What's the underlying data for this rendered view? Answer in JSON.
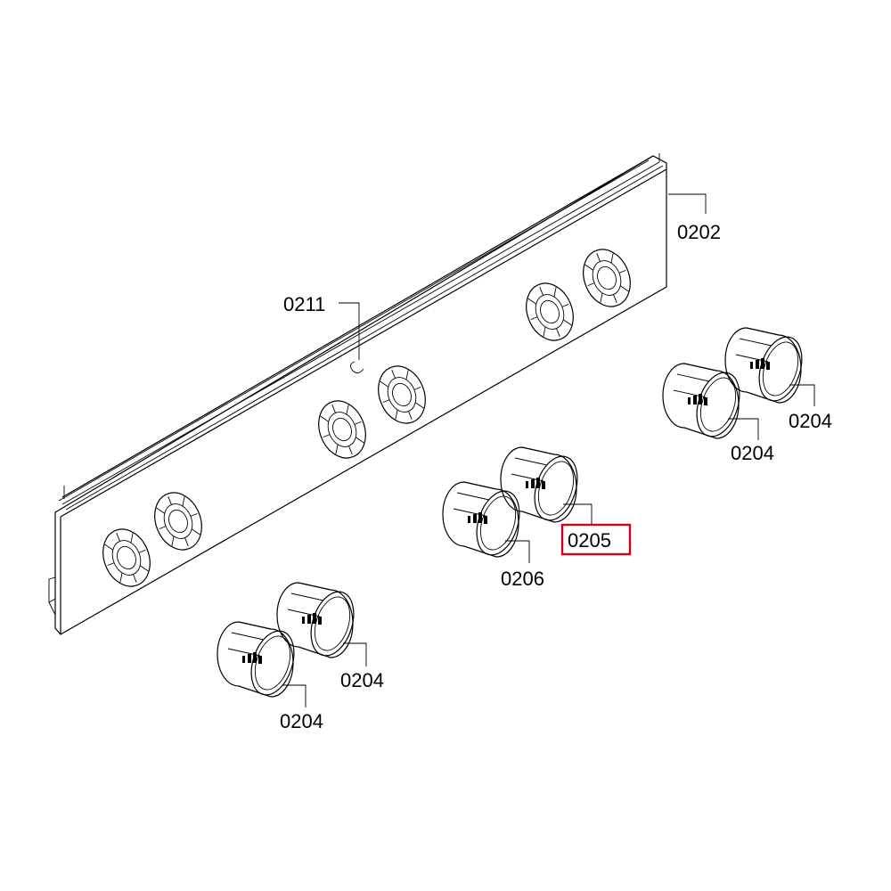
{
  "labels": {
    "panel": "0202",
    "clip": "0211",
    "knob_a": "0204",
    "knob_b": "0204",
    "knob_c": "0204",
    "knob_d": "0204",
    "knob_highlighted": "0205",
    "knob_e": "0206"
  },
  "highlight_color": "#d0021b"
}
